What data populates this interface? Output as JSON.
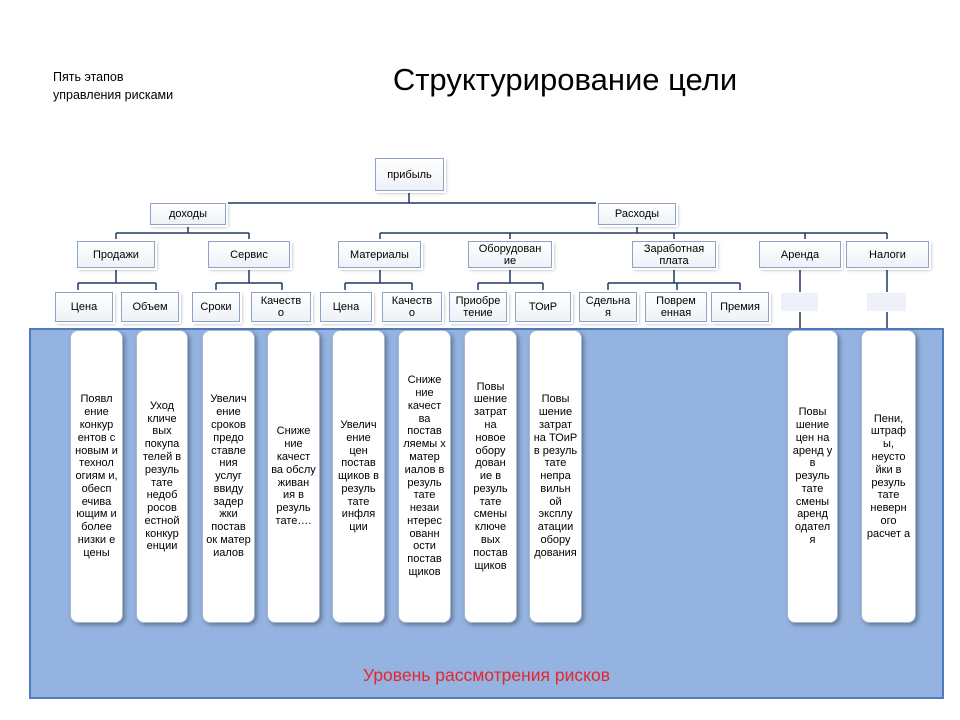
{
  "header": {
    "subtitle_line1": "Пять этапов",
    "subtitle_line2": "управления рисками",
    "title": "Структурирование цели"
  },
  "tree": {
    "root": "прибыль",
    "income": "доходы",
    "expenses": "Расходы",
    "sales": "Продажи",
    "service": "Сервис",
    "materials": "Материалы",
    "equipment_line1": "Оборудован",
    "equipment_line2": "ие",
    "wages_line1": "Заработная",
    "wages_line2": "плата",
    "rent": "Аренда",
    "taxes": "Налоги",
    "price": "Цена",
    "volume": "Объем",
    "terms": "Сроки",
    "service_quality_line1": "Качеств",
    "service_quality_line2": "о",
    "material_price": "Цена",
    "material_quality_line1": "Качеств",
    "material_quality_line2": "о",
    "acquisition_line1": "Приобре",
    "acquisition_line2": "тение",
    "toir": "ТОиР",
    "piecework_line1": "Сдельна",
    "piecework_line2": "я",
    "timebased_line1": "Поврем",
    "timebased_line2": "енная",
    "bonus": "Премия"
  },
  "risks": {
    "price": "Появл ение конкур ентов с новым и технол огиям и, обесп ечива ющим и более низки е цены",
    "volume": "Уход кличе вых покупа телей в резуль тате недоб росов естной конкур енции",
    "terms": "Увелич ение сроков предо ставле ния услуг ввиду задер жки постав ок матер иалов",
    "service_quality": "Сниже ние качест ва обслу живан ия в резуль тате….",
    "material_price": "Увелич ение цен постав щиков в резуль тате инфля ции",
    "material_quality": "Сниже ние качест ва постав ляемы х матер иалов в резуль тате незаи нтерес ованн ости постав щиков",
    "acquisition": "Повы шение затрат на новое обору дован ие в резуль тате смены ключе вых постав щиков",
    "toir": "Повы шение затрат на ТОиР в резуль тате непра вильн ой эксплу атации обору дования",
    "rent": "Повы шение цен на аренд у в резуль тате смены аренд одател я",
    "taxes": "Пени, штраф ы, неусто йки в резуль тате неверн ого расчет а"
  },
  "footer": {
    "risk_level": "Уровень рассмотрения рисков"
  },
  "colors": {
    "panel": "#95b3e0",
    "panel_border": "#4f7bc0",
    "risk_label": "#e3272d",
    "connector": "#1f3864"
  }
}
